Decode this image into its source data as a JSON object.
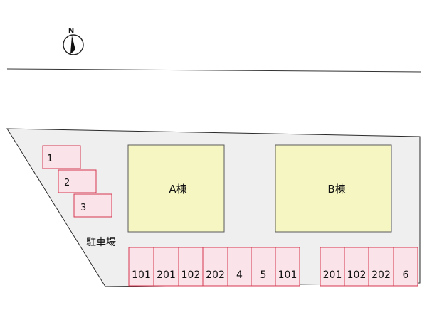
{
  "compass": {
    "label": "N",
    "icon": "north-arrow-icon"
  },
  "colors": {
    "lot_fill": "#efefef",
    "building_fill": "#f6f6c3",
    "slot_fill": "#fbe3ea",
    "slot_border": "#d4374f"
  },
  "buildings": [
    {
      "label": "A棟"
    },
    {
      "label": "B棟"
    }
  ],
  "parking_label": "駐車場",
  "side_slots": [
    "1",
    "2",
    "3"
  ],
  "row_slots": [
    "101",
    "201",
    "102",
    "202",
    "4",
    "5",
    "101",
    "201",
    "102",
    "202",
    "6"
  ]
}
